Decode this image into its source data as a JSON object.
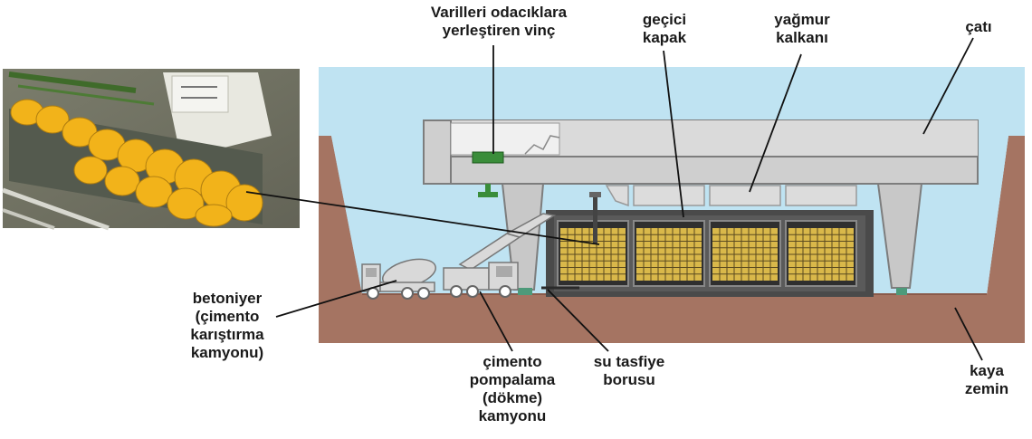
{
  "labels": {
    "crane": [
      "Varilleri odacıklara",
      "yerleştiren vinç"
    ],
    "temp_cover": [
      "geçici",
      "kapak"
    ],
    "rain_shield": [
      "yağmur",
      "kalkanı"
    ],
    "roof": [
      "çatı"
    ],
    "mixer": [
      "betoniyer",
      "(çimento",
      "karıştırma",
      "kamyonu)"
    ],
    "pump": [
      "çimento",
      "pompalama",
      "(dökme)",
      "kamyonu"
    ],
    "drain": [
      "su tasfiye",
      "borusu"
    ],
    "bedrock": [
      "kaya",
      "zemin"
    ]
  },
  "colors": {
    "sky": "#bfe3f2",
    "ground": "#a57462",
    "ground_dark": "#8a5a4a",
    "roof": "#cfcfcf",
    "roof_edge": "#7d7d7d",
    "vault": "#4a4a4a",
    "cell_gold": "#d9b84a",
    "crane_green": "#3a8d3a",
    "truck": "#d9d9d9",
    "photo_yellow": "#f2b31a"
  }
}
